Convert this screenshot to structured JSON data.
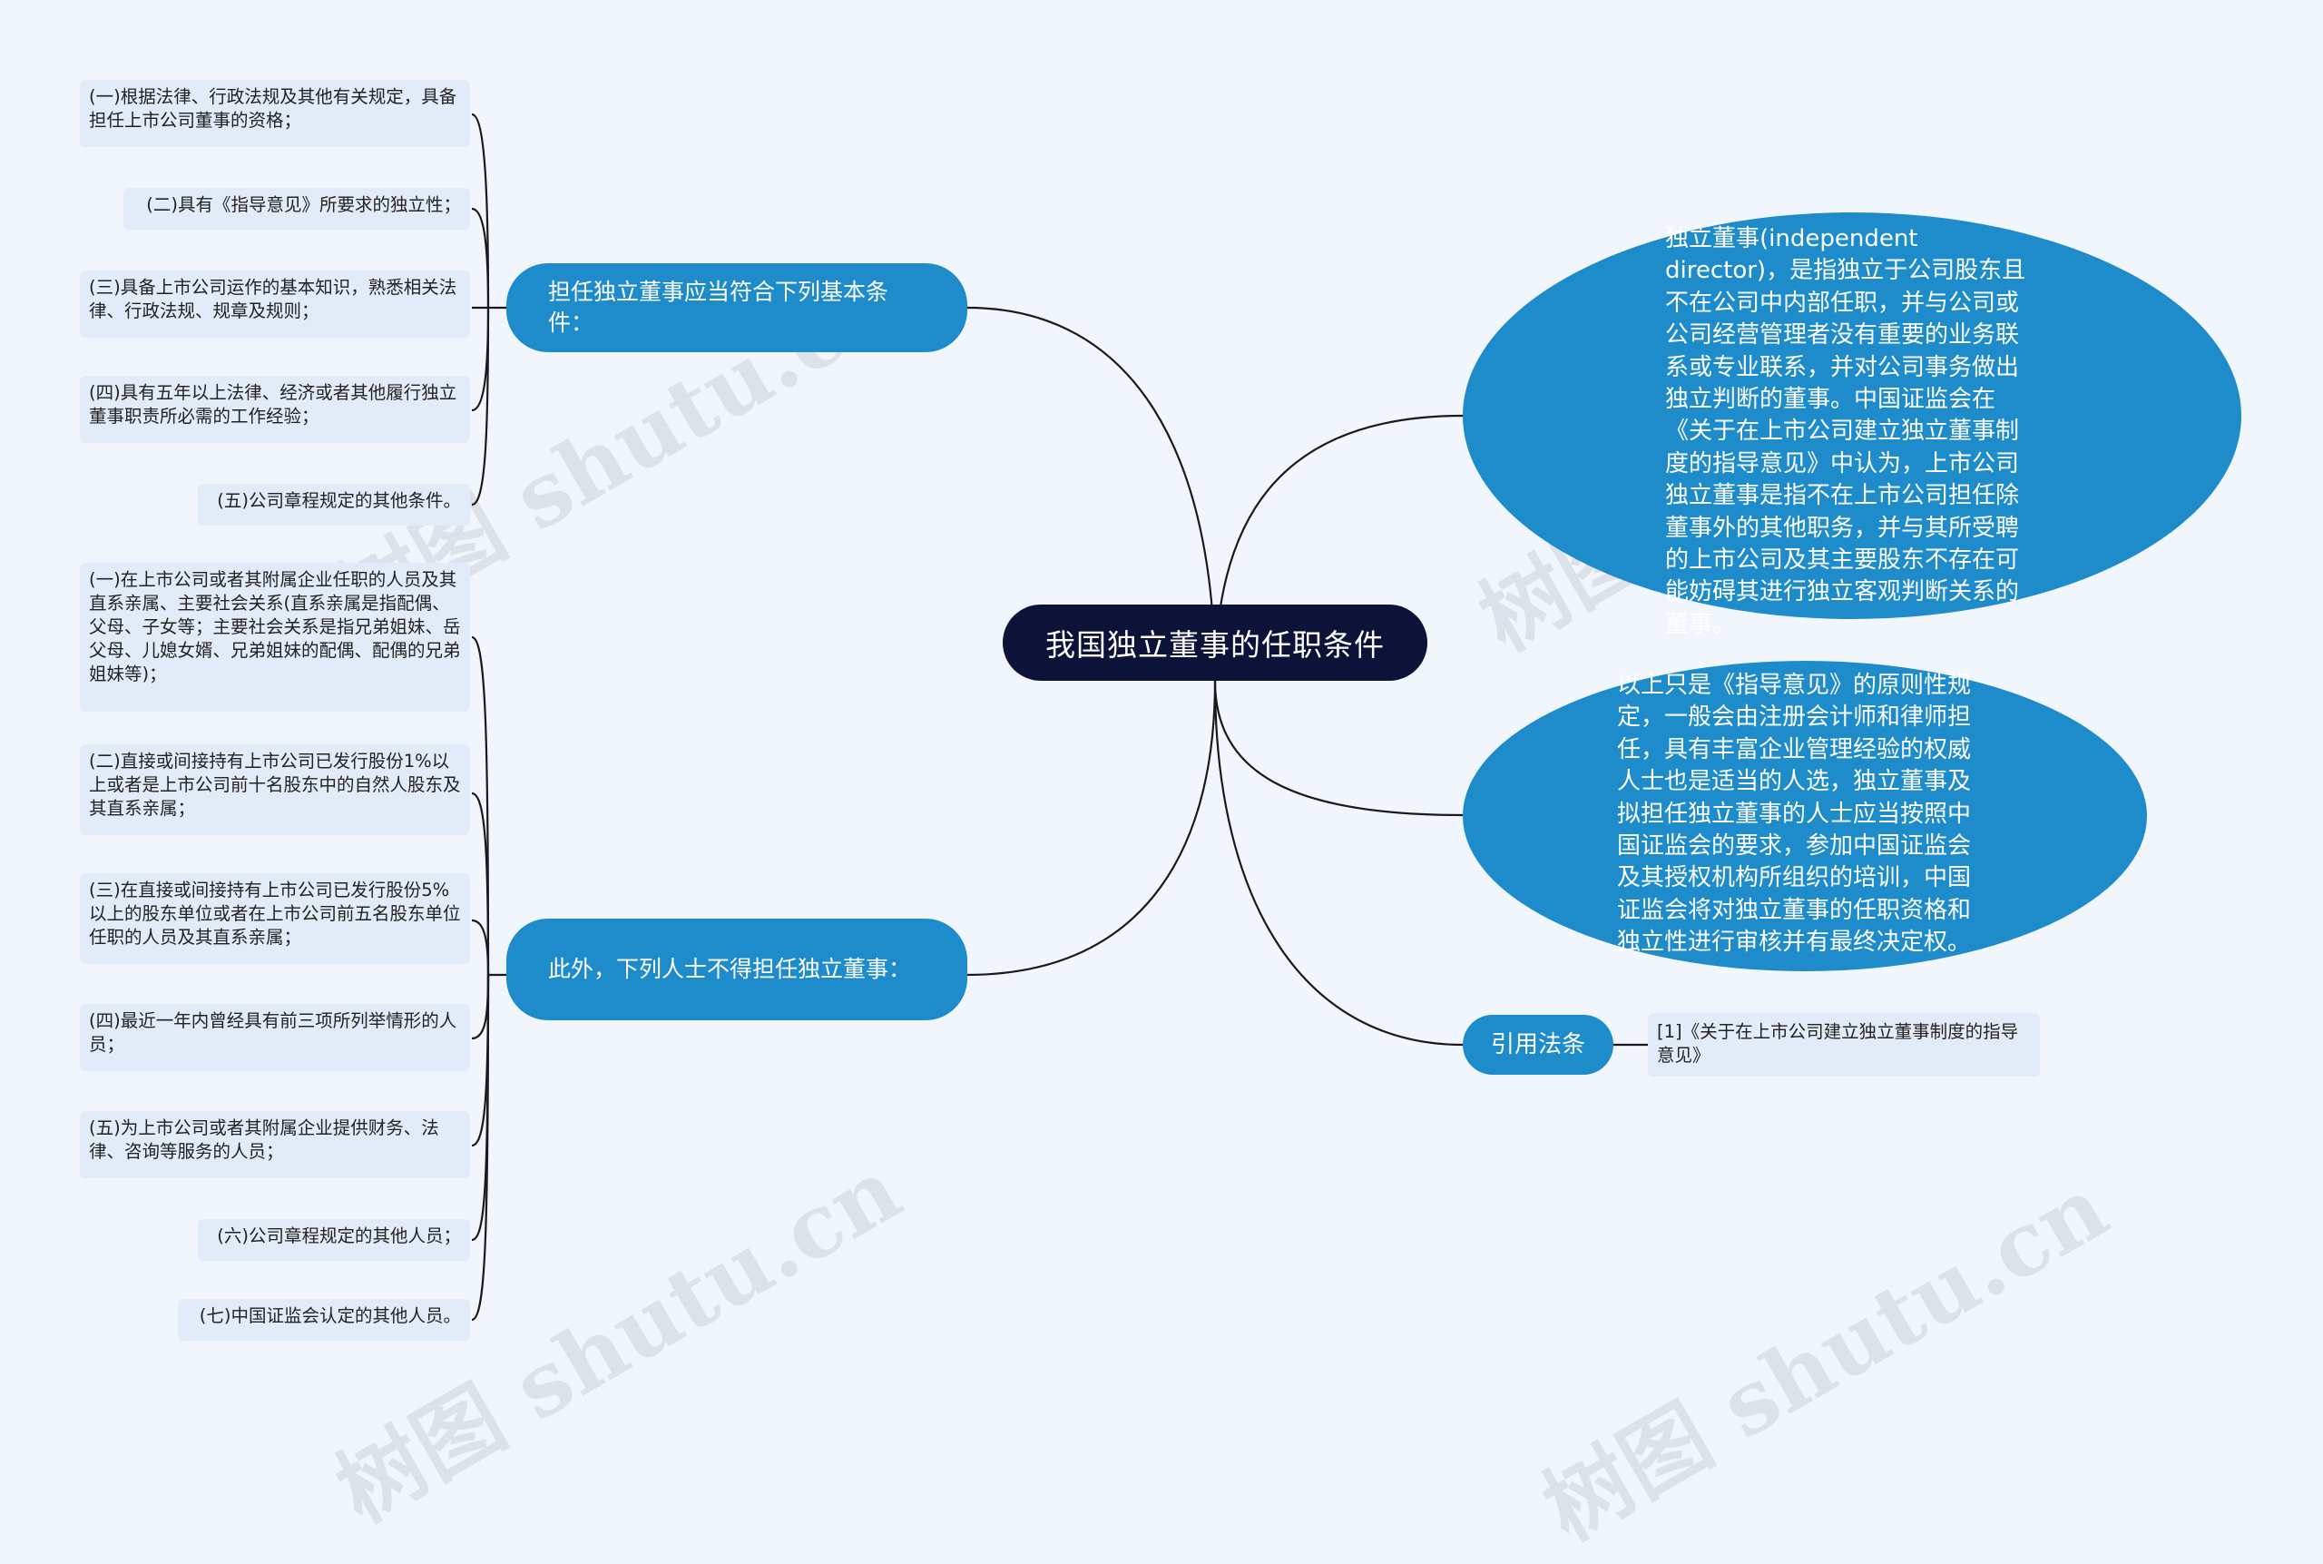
{
  "center": {
    "label": "我国独立董事的任职条件"
  },
  "branches": {
    "basic": {
      "label": "担任独立董事应当符合下列基本条件："
    },
    "excluded": {
      "label": "此外，下列人士不得担任独立董事："
    },
    "definition": {
      "text": "独立董事(independent director)，是指独立于公司股东且不在公司中内部任职，并与公司或公司经营管理者没有重要的业务联系或专业联系，并对公司事务做出独立判断的董事。中国证监会在《关于在上市公司建立独立董事制度的指导意见》中认为，上市公司独立董事是指不在上市公司担任除董事外的其他职务，并与其所受聘的上市公司及其主要股东不存在可能妨碍其进行独立客观判断关系的董事。"
    },
    "principle": {
      "text": "以上只是《指导意见》的原则性规定，一般会由注册会计师和律师担任，具有丰富企业管理经验的权威人士也是适当的人选，独立董事及拟担任独立董事的人士应当按照中国证监会的要求，参加中国证监会及其授权机构所组织的培训，中国证监会将对独立董事的任职资格和独立性进行审核并有最终决定权。"
    },
    "citation": {
      "label": "引用法条"
    }
  },
  "basic_items": [
    "(一)根据法律、行政法规及其他有关规定，具备担任上市公司董事的资格；",
    "(二)具有《指导意见》所要求的独立性；",
    "(三)具备上市公司运作的基本知识，熟悉相关法律、行政法规、规章及规则；",
    "(四)具有五年以上法律、经济或者其他履行独立董事职责所必需的工作经验；",
    "(五)公司章程规定的其他条件。"
  ],
  "excluded_items": [
    "(一)在上市公司或者其附属企业任职的人员及其直系亲属、主要社会关系(直系亲属是指配偶、父母、子女等；主要社会关系是指兄弟姐妹、岳父母、儿媳女婿、兄弟姐妹的配偶、配偶的兄弟姐妹等)；",
    "(二)直接或间接持有上市公司已发行股份1%以上或者是上市公司前十名股东中的自然人股东及其直系亲属；",
    "(三)在直接或间接持有上市公司已发行股份5%以上的股东单位或者在上市公司前五名股东单位任职的人员及其直系亲属；",
    "(四)最近一年内曾经具有前三项所列举情形的人员；",
    "(五)为上市公司或者其附属企业提供财务、法律、咨询等服务的人员；",
    "(六)公司章程规定的其他人员；",
    "(七)中国证监会认定的其他人员。"
  ],
  "citation_item": "[1]《关于在上市公司建立独立董事制度的指导意见》",
  "watermark": "树图 shutu.cn",
  "colors": {
    "background": "#f1f6fd",
    "center": "#0c1238",
    "branch": "#1e8bcb",
    "leaf": "#e2ebf8",
    "line": "#1a1a1a"
  }
}
